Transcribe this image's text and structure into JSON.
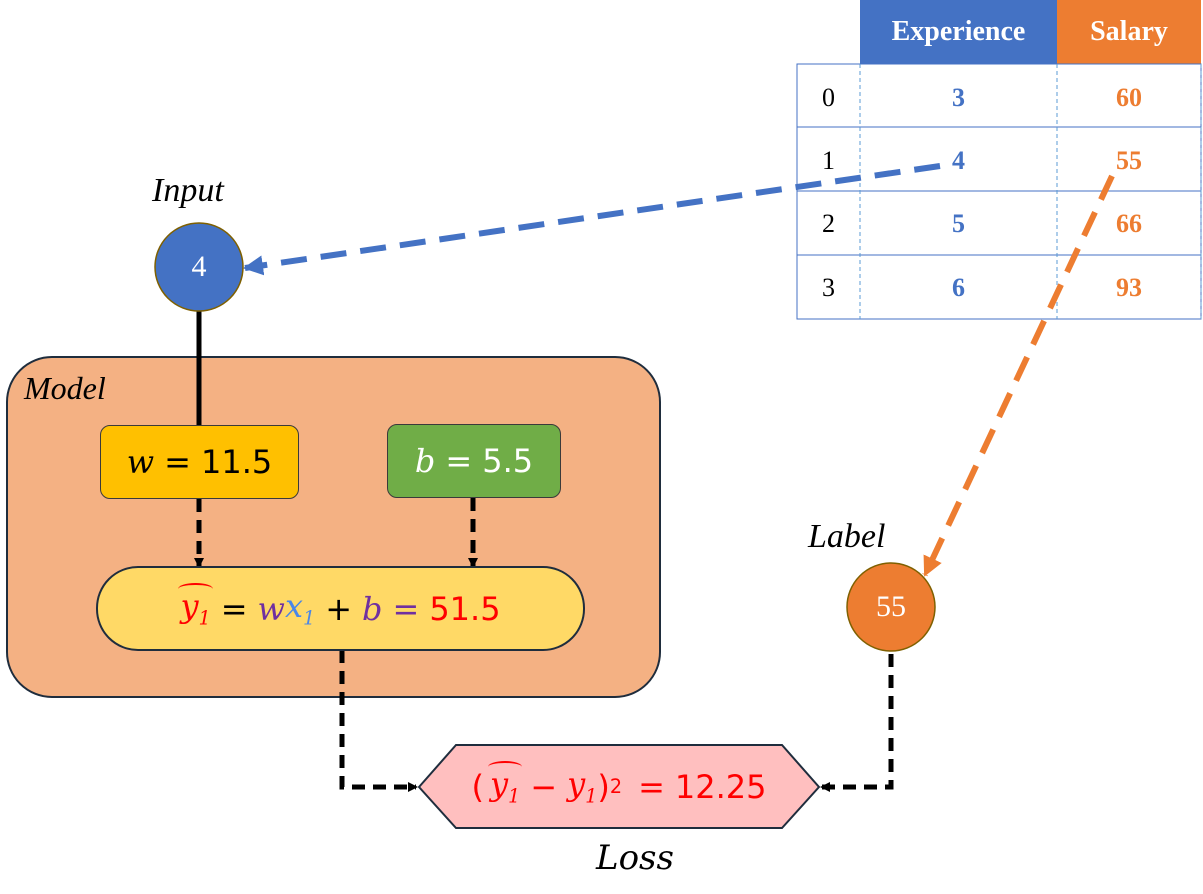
{
  "colors": {
    "blue": "#4472c4",
    "orange": "#ed7d31",
    "model_bg": "#f4b183",
    "w_box": "#ffc000",
    "b_box": "#70ad47",
    "pred_box": "#ffd966",
    "loss_box": "#ffbfbf",
    "red": "#ff0000",
    "purple": "#7030a0",
    "x_blue": "#4a86e8"
  },
  "table": {
    "headers": [
      "Experience",
      "Salary"
    ],
    "rows": [
      {
        "index": "0",
        "experience": "3",
        "salary": "60"
      },
      {
        "index": "1",
        "experience": "4",
        "salary": "55"
      },
      {
        "index": "2",
        "experience": "5",
        "salary": "66"
      },
      {
        "index": "3",
        "experience": "6",
        "salary": "93"
      }
    ]
  },
  "input": {
    "label": "Input",
    "value": "4"
  },
  "label_node": {
    "label": "Label",
    "value": "55"
  },
  "model": {
    "title": "Model",
    "weight": {
      "symbol": "w",
      "equals": "=",
      "value": "11.5"
    },
    "bias": {
      "symbol": "b",
      "equals": "=",
      "value": "5.5"
    },
    "prediction": {
      "yhat": "y",
      "yhat_sub": "1",
      "eq1": "=",
      "w": "w",
      "x": "x",
      "x_sub": "1",
      "plus": "+",
      "b": "b",
      "eq2": "=",
      "result": "51.5"
    }
  },
  "loss": {
    "title": "Loss",
    "open": "(",
    "yhat": "y",
    "yhat_sub": "1",
    "minus": "−",
    "y": "y",
    "y_sub": "1",
    "close": ")",
    "exp": "2",
    "equals": "=",
    "value": "12.25"
  }
}
